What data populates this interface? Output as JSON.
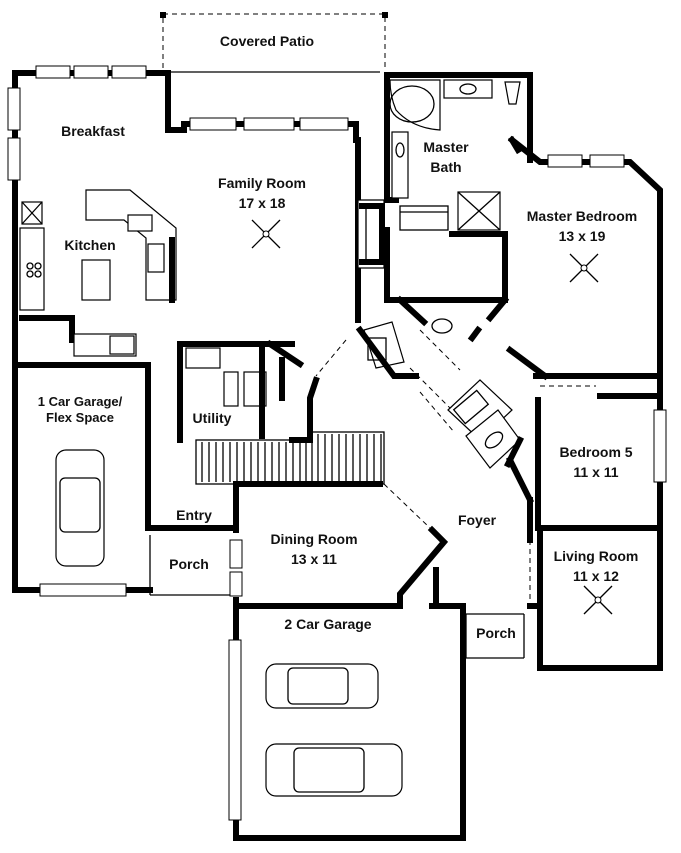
{
  "rooms": {
    "covered_patio": {
      "name": "Covered Patio"
    },
    "breakfast": {
      "name": "Breakfast"
    },
    "kitchen": {
      "name": "Kitchen"
    },
    "family_room": {
      "name": "Family Room",
      "size": "17 x 18"
    },
    "master_bath": {
      "line1": "Master",
      "line2": "Bath"
    },
    "master_bedroom": {
      "name": "Master Bedroom",
      "size": "13 x 19"
    },
    "car_garage_1": {
      "line1": "1 Car Garage/",
      "line2": "Flex Space"
    },
    "utility": {
      "name": "Utility"
    },
    "bedroom5": {
      "name": "Bedroom 5",
      "size": "11 x 11"
    },
    "entry": {
      "name": "Entry"
    },
    "foyer": {
      "name": "Foyer"
    },
    "dining_room": {
      "name": "Dining Room",
      "size": "13 x 11"
    },
    "porch_left": {
      "name": "Porch"
    },
    "living_room": {
      "name": "Living Room",
      "size": "11 x 12"
    },
    "car_garage_2": {
      "name": "2 Car Garage"
    },
    "porch_right": {
      "name": "Porch"
    }
  },
  "icons": [
    "ceiling-fan-icon",
    "car-icon",
    "bathtub-icon",
    "stove-icon",
    "sink-icon",
    "toilet-icon",
    "stairs-icon"
  ]
}
